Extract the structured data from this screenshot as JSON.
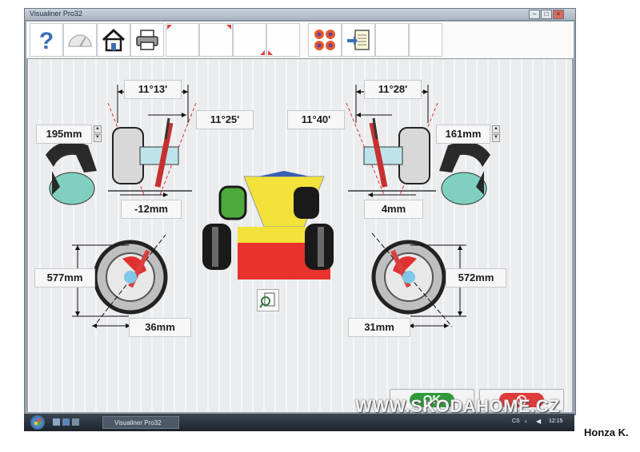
{
  "window": {
    "title": "Visualiner Pro32"
  },
  "toolbar": {
    "icons": [
      "help-icon",
      "gauge-icon",
      "home-icon",
      "printer-icon",
      "wheels-icon",
      "import-icon"
    ]
  },
  "front_left": {
    "toe_top": "11°13'",
    "camber": "11°25'",
    "height": "195mm",
    "offset": "-12mm"
  },
  "front_right": {
    "toe_top": "11°28'",
    "camber": "11°40'",
    "height": "161mm",
    "offset": "4mm"
  },
  "rear_left": {
    "diameter": "577mm",
    "offset": "36mm"
  },
  "rear_right": {
    "diameter": "572mm",
    "offset": "31mm"
  },
  "buttons": {
    "ok": "OK"
  },
  "taskbar": {
    "app": "Visualiner Pro32",
    "time": "12:15",
    "lang": "CS"
  },
  "overlay": {
    "watermark": "WWW.SKODAHOME.CZ",
    "author": "Honza K."
  },
  "colors": {
    "ok_green": "#2f9a3a",
    "cancel_red": "#e03a3a",
    "car_yellow": "#f2e23a",
    "car_red": "#e8322e",
    "wheel_green": "#4caa3a"
  }
}
